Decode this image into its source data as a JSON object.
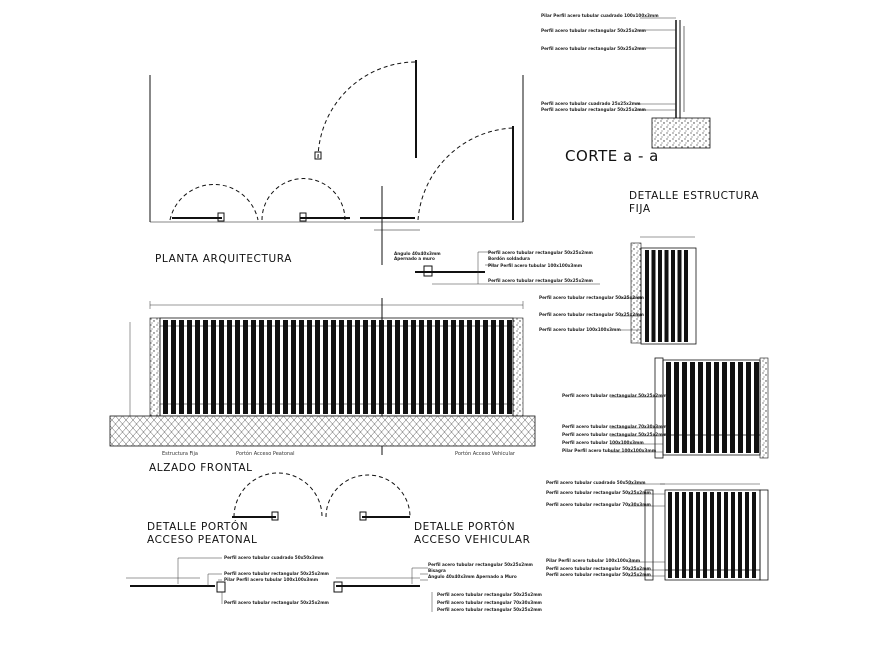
{
  "titles": {
    "planta": "PLANTA ARQUITECTURA",
    "alzado": "ALZADO FRONTAL",
    "corte": "CORTE a - a",
    "estructura_1": "DETALLE ESTRUCTURA",
    "estructura_2": "FIJA",
    "peatonal_1": "DETALLE PORTÓN",
    "peatonal_2": "ACCESO PEATONAL",
    "vehicular_1": "DETALLE PORTÓN",
    "vehicular_2": "ACCESO VEHICULAR"
  },
  "alzado_labels": {
    "fija": "Estructura Fija",
    "peatonal": "Portón Acceso Peatonal",
    "vehicular": "Portón Acceso Vehicular"
  },
  "corte_notes": [
    "Pilar Perfil acero tubular cuadrado 100x100x3mm",
    "Perfil acero tubular rectangular 50x25x2mm",
    "Perfil acero tubular rectangular 50x25x2mm",
    "Perfil acero tubular cuadrado 25x25x2mm",
    "Perfil acero tubular rectangular 50x25x2mm"
  ],
  "planta_notes": [
    "Angulo 40x40x3mm",
    "Apernado a muro",
    "Perfil acero tubular rectangular 50x25x2mm",
    "Bordón soldadura",
    "Pilar Perfil acero tubular 100x100x3mm",
    "Perfil acero tubular rectangular 50x25x2mm"
  ],
  "fija_notes": [
    "Perfil acero tubular rectangular 50x25x2mm",
    "Perfil acero tubular rectangular 50x25x2mm",
    "Perfil acero tubular 100x100x3mm"
  ],
  "mid_notes": [
    "Perfil acero tubular rectangular 50x25x2mm",
    "Perfil acero tubular rectangular 70x30x3mm",
    "Perfil acero tubular rectangular 50x25x2mm",
    "Perfil acero tubular 100x100x3mm",
    "Pilar Perfil acero tubular 100x100x3mm"
  ],
  "bot_notes": [
    "Perfil acero tubular cuadrado 50x50x3mm",
    "Perfil acero tubular rectangular 50x25x2mm",
    "Perfil acero tubular rectangular 70x30x3mm",
    "Pilar Perfil acero tubular 100x100x3mm",
    "Perfil acero tubular rectangular 50x25x2mm",
    "Perfil acero tubular rectangular 50x25x2mm"
  ],
  "peatonal_notes": [
    "Perfil acero tubular cuadrado 50x50x3mm",
    "Perfil acero tubular rectangular 50x25x2mm",
    "Pilar Perfil acero tubular 100x100x3mm",
    "Perfil acero tubular rectangular 50x25x2mm"
  ],
  "vehicular_notes": [
    "Perfil acero tubular rectangular 50x25x2mm",
    "Bisagra",
    "Angulo 40x40x3mm Apernado a Muro",
    "Perfil acero tubular rectangular 50x25x2mm",
    "Perfil acero tubular rectangular 70x30x3mm",
    "Perfil acero tubular rectangular 50x25x2mm"
  ]
}
